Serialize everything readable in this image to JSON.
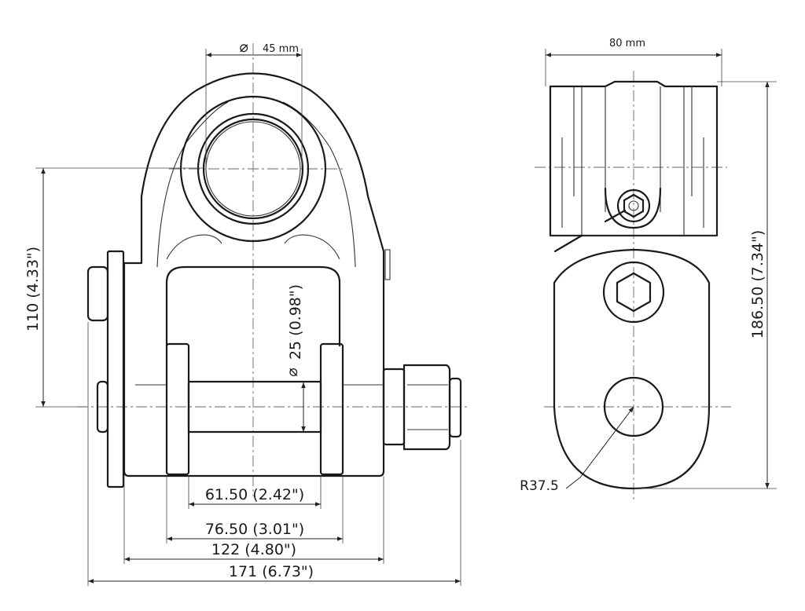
{
  "dimensions": {
    "bore_diameter": "45 mm",
    "width_side": "80 mm",
    "height_front": "110 (4.33\")",
    "pin_diameter": "25 (0.98\")",
    "inner_width": "61.50 (2.42\")",
    "plate_span": "76.50 (3.01\")",
    "body_width": "122 (4.80\")",
    "overall_width": "171 (6.73\")",
    "overall_height": "186.50 (7.34\")",
    "radius": "R37.5"
  },
  "symbols": {
    "diameter": "⌀"
  }
}
